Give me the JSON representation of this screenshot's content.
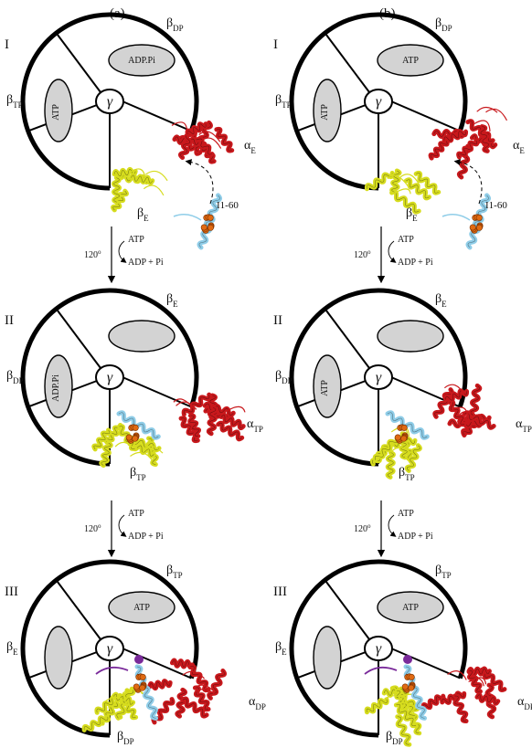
{
  "columns": [
    {
      "letter": "(a)",
      "panels": [
        {
          "roman": "I",
          "top": {
            "main": "β",
            "sub": "DP"
          },
          "left": {
            "main": "β",
            "sub": "TP"
          },
          "protein_a": {
            "main": "α",
            "sub": "E"
          },
          "protein_b": {
            "main": "β",
            "sub": "E"
          },
          "ell_top": "ADP.Pi",
          "ell_left": "ATP",
          "inhibitor": "I1-60"
        },
        {
          "roman": "II",
          "top": {
            "main": "β",
            "sub": "E"
          },
          "left": {
            "main": "β",
            "sub": "DP"
          },
          "protein_a": {
            "main": "α",
            "sub": "TP"
          },
          "protein_b": {
            "main": "β",
            "sub": "TP"
          },
          "ell_top": "",
          "ell_left": "ADP.Pi"
        },
        {
          "roman": "III",
          "top": {
            "main": "β",
            "sub": "TP"
          },
          "left": {
            "main": "β",
            "sub": "E"
          },
          "protein_a": {
            "main": "α",
            "sub": "DP"
          },
          "protein_b": {
            "main": "β",
            "sub": "DP"
          },
          "ell_top": "ATP",
          "ell_left": ""
        }
      ]
    },
    {
      "letter": "(b)",
      "panels": [
        {
          "roman": "I",
          "top": {
            "main": "β",
            "sub": "DP"
          },
          "left": {
            "main": "β",
            "sub": "TP"
          },
          "protein_a": {
            "main": "α",
            "sub": "E"
          },
          "protein_b": {
            "main": "β",
            "sub": "E"
          },
          "ell_top": "ATP",
          "ell_left": "ATP",
          "inhibitor": "I1-60"
        },
        {
          "roman": "II",
          "top": {
            "main": "β",
            "sub": "E"
          },
          "left": {
            "main": "β",
            "sub": "DP"
          },
          "protein_a": {
            "main": "α",
            "sub": "TP"
          },
          "protein_b": {
            "main": "β",
            "sub": "TP"
          },
          "ell_top": "",
          "ell_left": "ATP"
        },
        {
          "roman": "III",
          "top": {
            "main": "β",
            "sub": "TP"
          },
          "left": {
            "main": "β",
            "sub": "E"
          },
          "protein_a": {
            "main": "α",
            "sub": "DP"
          },
          "protein_b": {
            "main": "β",
            "sub": "DP"
          },
          "ell_top": "ATP",
          "ell_left": ""
        }
      ]
    }
  ],
  "gamma": "γ",
  "transitions": [
    {
      "angle": "120",
      "degree": "o",
      "reactant": "ATP",
      "product": "ADP + Pi"
    },
    {
      "angle": "120",
      "degree": "o",
      "reactant": "ATP",
      "product": "ADP + Pi"
    }
  ],
  "colors": {
    "alpha_protein": "#c8181c",
    "beta_protein": "#d6dc1e",
    "inhibitor": "#8fcde8",
    "inhibitor_residues": "#e06a12",
    "nucleotide_site": "#d3d3d3",
    "purple_residue": "#7a2a9a",
    "outline": "#000000"
  }
}
